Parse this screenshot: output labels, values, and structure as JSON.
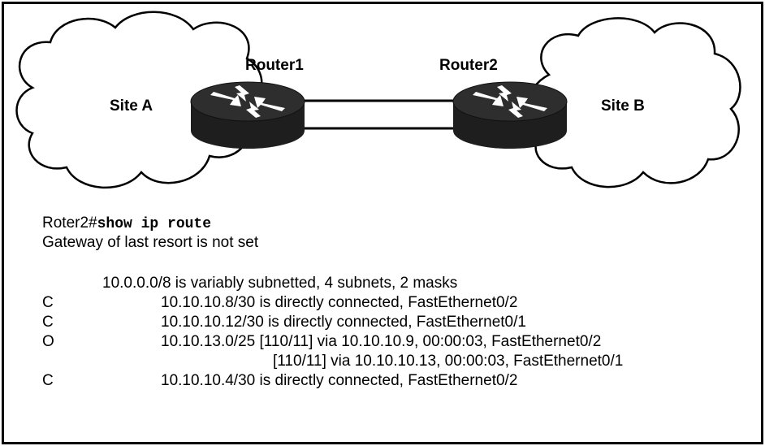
{
  "diagram": {
    "site_a": "Site A",
    "site_b": "Site B",
    "router1": "Router1",
    "router2": "Router2"
  },
  "cli": {
    "prompt": "Roter2#",
    "command": "show ip route",
    "gateway": "Gateway of last resort is not set",
    "summary": "10.0.0.0/8 is variably subnetted, 4 subnets, 2 masks",
    "routes": [
      {
        "code": "C",
        "text": "10.10.10.8/30 is directly connected, FastEthernet0/2"
      },
      {
        "code": "C",
        "text": "10.10.10.12/30 is directly connected, FastEthernet0/1"
      },
      {
        "code": "O",
        "text": "10.10.13.0/25 [110/11] via 10.10.10.9, 00:00:03, FastEthernet0/2"
      },
      {
        "code": "",
        "text": "[110/11] via 10.10.10.13, 00:00:03, FastEthernet0/1"
      },
      {
        "code": "C",
        "text": "10.10.10.4/30 is directly connected, FastEthernet0/2"
      }
    ]
  }
}
